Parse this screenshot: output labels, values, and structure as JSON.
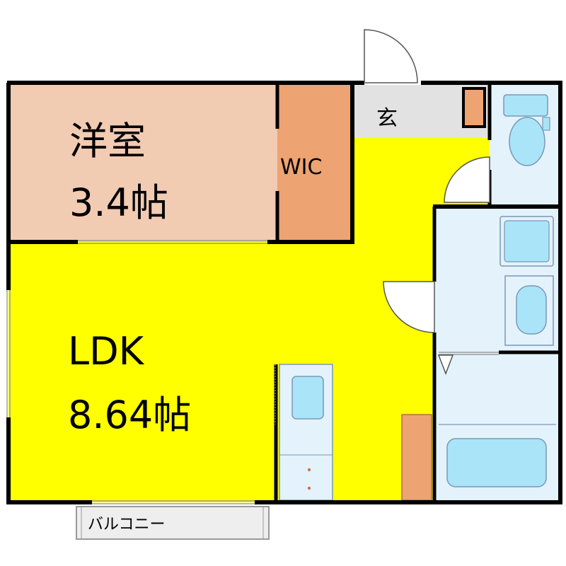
{
  "rooms": {
    "western_room": {
      "name": "洋室",
      "size": "3.4帖"
    },
    "wic": {
      "name": "WIC"
    },
    "entrance": {
      "name": "玄"
    },
    "ldk": {
      "name": "LDK",
      "size": "8.64帖"
    },
    "balcony": {
      "name": "バルコニー"
    }
  },
  "colors": {
    "wall": "#000000",
    "western_room_floor": "#f2cbb3",
    "wic_floor": "#eea372",
    "ldk_floor": "#ffff00",
    "entrance_floor": "#e2e2e2",
    "wet_area_floor": "#e4f2fb",
    "fixture_fill": "#a9e4f8",
    "fixture_stroke": "#7a98b8",
    "balcony_floor": "#eeeeee"
  },
  "icons": [
    "toilet-icon",
    "washing-machine-icon",
    "washbasin-icon",
    "bathtub-icon",
    "kitchen-sink-icon",
    "stove-icon",
    "door-swing-icon",
    "shoe-cabinet-icon"
  ]
}
